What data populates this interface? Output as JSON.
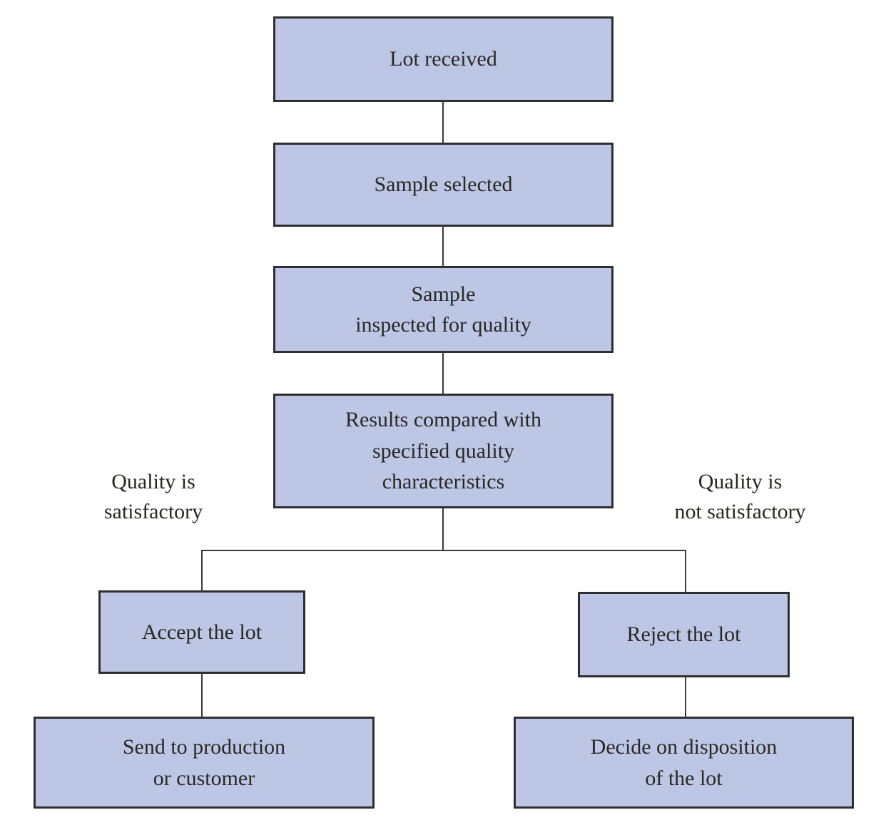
{
  "diagram": {
    "type": "flowchart",
    "nodes": [
      {
        "id": "lot-received",
        "label": "Lot received"
      },
      {
        "id": "sample-selected",
        "label": "Sample selected"
      },
      {
        "id": "sample-inspected",
        "label": "Sample\ninspected for quality"
      },
      {
        "id": "results-compared",
        "label": "Results compared with\nspecified quality\ncharacteristics"
      },
      {
        "id": "accept-lot",
        "label": "Accept the lot"
      },
      {
        "id": "reject-lot",
        "label": "Reject the lot"
      },
      {
        "id": "send-production",
        "label": "Send to production\nor customer"
      },
      {
        "id": "decide-disposition",
        "label": "Decide on disposition\nof the lot"
      }
    ],
    "branch_labels": [
      {
        "id": "satisfactory",
        "label": "Quality is\nsatisfactory"
      },
      {
        "id": "not-satisfactory",
        "label": "Quality is\nnot satisfactory"
      }
    ]
  },
  "colors": {
    "box_fill": "#bdc7e5",
    "box_border": "#2e2e30",
    "connector": "#3a3a3c",
    "text": "#2a2724",
    "background": "#ffffff"
  }
}
